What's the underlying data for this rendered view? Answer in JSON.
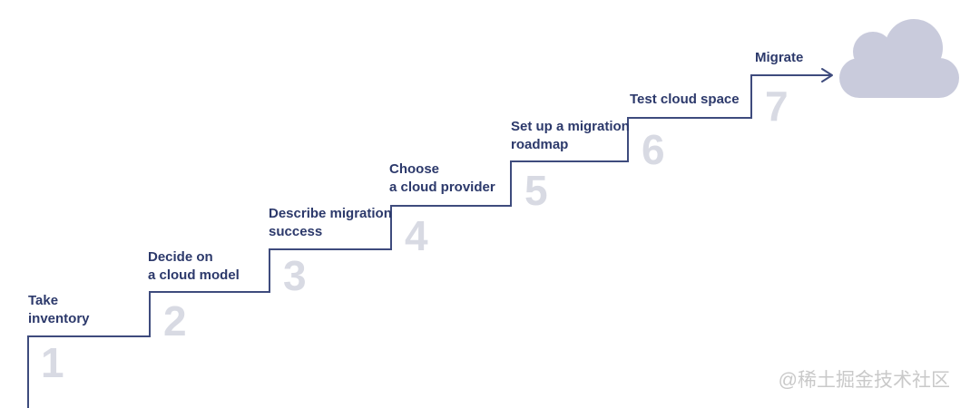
{
  "diagram_title": "cloud-migration-steps",
  "steps": [
    {
      "number": "1",
      "label_lines": [
        "Take",
        "inventory"
      ]
    },
    {
      "number": "2",
      "label_lines": [
        "Decide on",
        "a cloud model"
      ]
    },
    {
      "number": "3",
      "label_lines": [
        "Describe migration",
        "success"
      ]
    },
    {
      "number": "4",
      "label_lines": [
        "Choose",
        "a cloud provider"
      ]
    },
    {
      "number": "5",
      "label_lines": [
        "Set up a migration",
        "roadmap"
      ]
    },
    {
      "number": "6",
      "label_lines": [
        "Test cloud space"
      ]
    },
    {
      "number": "7",
      "label_lines": [
        "Migrate"
      ]
    }
  ],
  "icons": {
    "cloud": "cloud-icon",
    "arrow": "arrow-right-icon"
  },
  "watermark": "@稀土掘金技术社区",
  "colors": {
    "line": "#3e4b7d",
    "text": "#2c396b",
    "number": "#d8dae3",
    "cloud": "#c9cbdc",
    "watermark": "#c9c9c9",
    "background": "#ffffff"
  }
}
